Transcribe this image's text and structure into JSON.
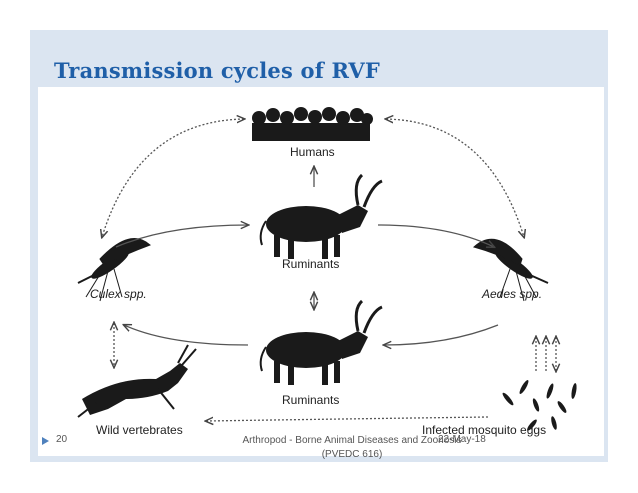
{
  "slide": {
    "title": "Transmission cycles of RVF"
  },
  "diagram": {
    "labels": {
      "humans": "Humans",
      "ruminants_top": "Ruminants",
      "ruminants_bottom": "Ruminants",
      "culex": "Culex spp.",
      "aedes": "Aedes spp.",
      "wild": "Wild vertebrates",
      "eggs": "Infected mosquito eggs"
    }
  },
  "footer": {
    "page_number": "20",
    "center_text": "Arthropod - Borne Animal Diseases and Zoonosis (PVEDC 616)",
    "date": "22-May-18"
  },
  "colors": {
    "slide_background": "#dbe5f1",
    "title": "#1f5fa8",
    "figure_ink": "#222222",
    "arrow": "#555555"
  }
}
